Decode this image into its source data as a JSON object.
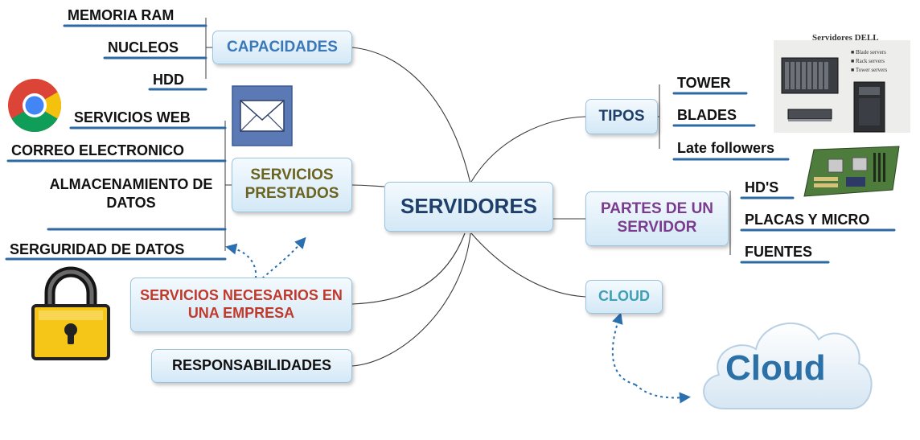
{
  "central": {
    "label": "SERVIDORES"
  },
  "branches": {
    "capacidades": {
      "label": "CAPACIDADES",
      "leaves": [
        "MEMORIA RAM",
        "NUCLEOS",
        "HDD"
      ]
    },
    "servicios_prestados": {
      "label": "SERVICIOS PRESTADOS",
      "leaves": [
        "SERVICIOS WEB",
        "CORREO ELECTRONICO",
        "ALMACENAMIENTO DE DATOS",
        "SERGURIDAD DE DATOS"
      ]
    },
    "servicios_necesarios": {
      "label": "SERVICIOS NECESARIOS EN UNA EMPRESA"
    },
    "responsabilidades": {
      "label": "RESPONSABILIDADES"
    },
    "tipos": {
      "label": "TIPOS",
      "leaves": [
        "TOWER",
        "BLADES",
        "Late followers"
      ]
    },
    "partes": {
      "label": "PARTES DE UN SERVIDOR",
      "leaves": [
        "HD'S",
        "PLACAS Y MICRO",
        "FUENTES"
      ]
    },
    "cloud": {
      "label": "CLOUD"
    }
  },
  "images": {
    "dell": {
      "title": "Servidores DELL",
      "list": [
        "Blade servers",
        "Rack servers",
        "Tower servers"
      ]
    },
    "cloud_graphic": {
      "text": "Cloud"
    }
  },
  "colors": {
    "connector": "#333333",
    "leaf_underline": "#2d6aa5",
    "central_text": "#1f3f6b",
    "capacidades_text": "#3a78b8",
    "servicios_prestados_text": "#6b6320",
    "servicios_necesarios_text": "#c0392b",
    "partes_text": "#7a3b8f",
    "cloud_text": "#3e9fb5",
    "dashed_arrow": "#2a6fb0"
  }
}
